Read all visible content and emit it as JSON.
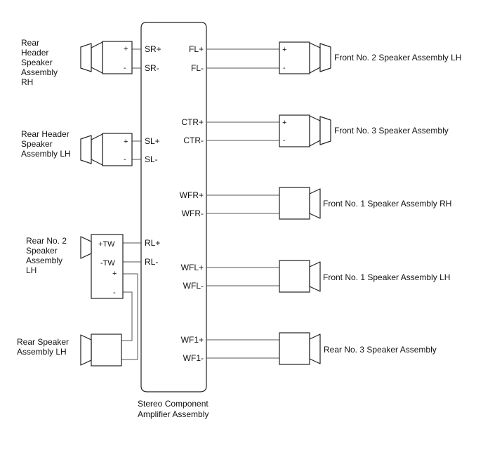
{
  "amplifier": {
    "label_line1": "Stereo Component",
    "label_line2": "Amplifier Assembly"
  },
  "pins": {
    "sr_plus": "SR+",
    "sr_minus": "SR-",
    "sl_plus": "SL+",
    "sl_minus": "SL-",
    "rl_plus": "RL+",
    "rl_minus": "RL-",
    "fl_plus": "FL+",
    "fl_minus": "FL-",
    "ctr_plus": "CTR+",
    "ctr_minus": "CTR-",
    "wfr_plus": "WFR+",
    "wfr_minus": "WFR-",
    "wfl_plus": "WFL+",
    "wfl_minus": "WFL-",
    "wf1_plus": "WF1+",
    "wf1_minus": "WF1-"
  },
  "symbols": {
    "plus": "+",
    "minus": "-",
    "tw_plus": "+TW",
    "tw_minus": "-TW"
  },
  "speakers": {
    "rear_header_rh": [
      "Rear",
      "Header",
      "Speaker",
      "Assembly",
      "RH"
    ],
    "rear_header_lh": [
      "Rear Header",
      "Speaker",
      "Assembly LH"
    ],
    "rear_no2_lh": [
      "Rear No. 2",
      "Speaker",
      "Assembly",
      "LH"
    ],
    "rear_lh": [
      "Rear Speaker",
      "Assembly LH"
    ],
    "front_no2_lh": "Front No. 2 Speaker Assembly LH",
    "front_no3": "Front No. 3 Speaker Assembly",
    "front_no1_rh": "Front No. 1 Speaker Assembly RH",
    "front_no1_lh": "Front No. 1 Speaker Assembly LH",
    "rear_no3": "Rear No. 3 Speaker Assembly"
  }
}
